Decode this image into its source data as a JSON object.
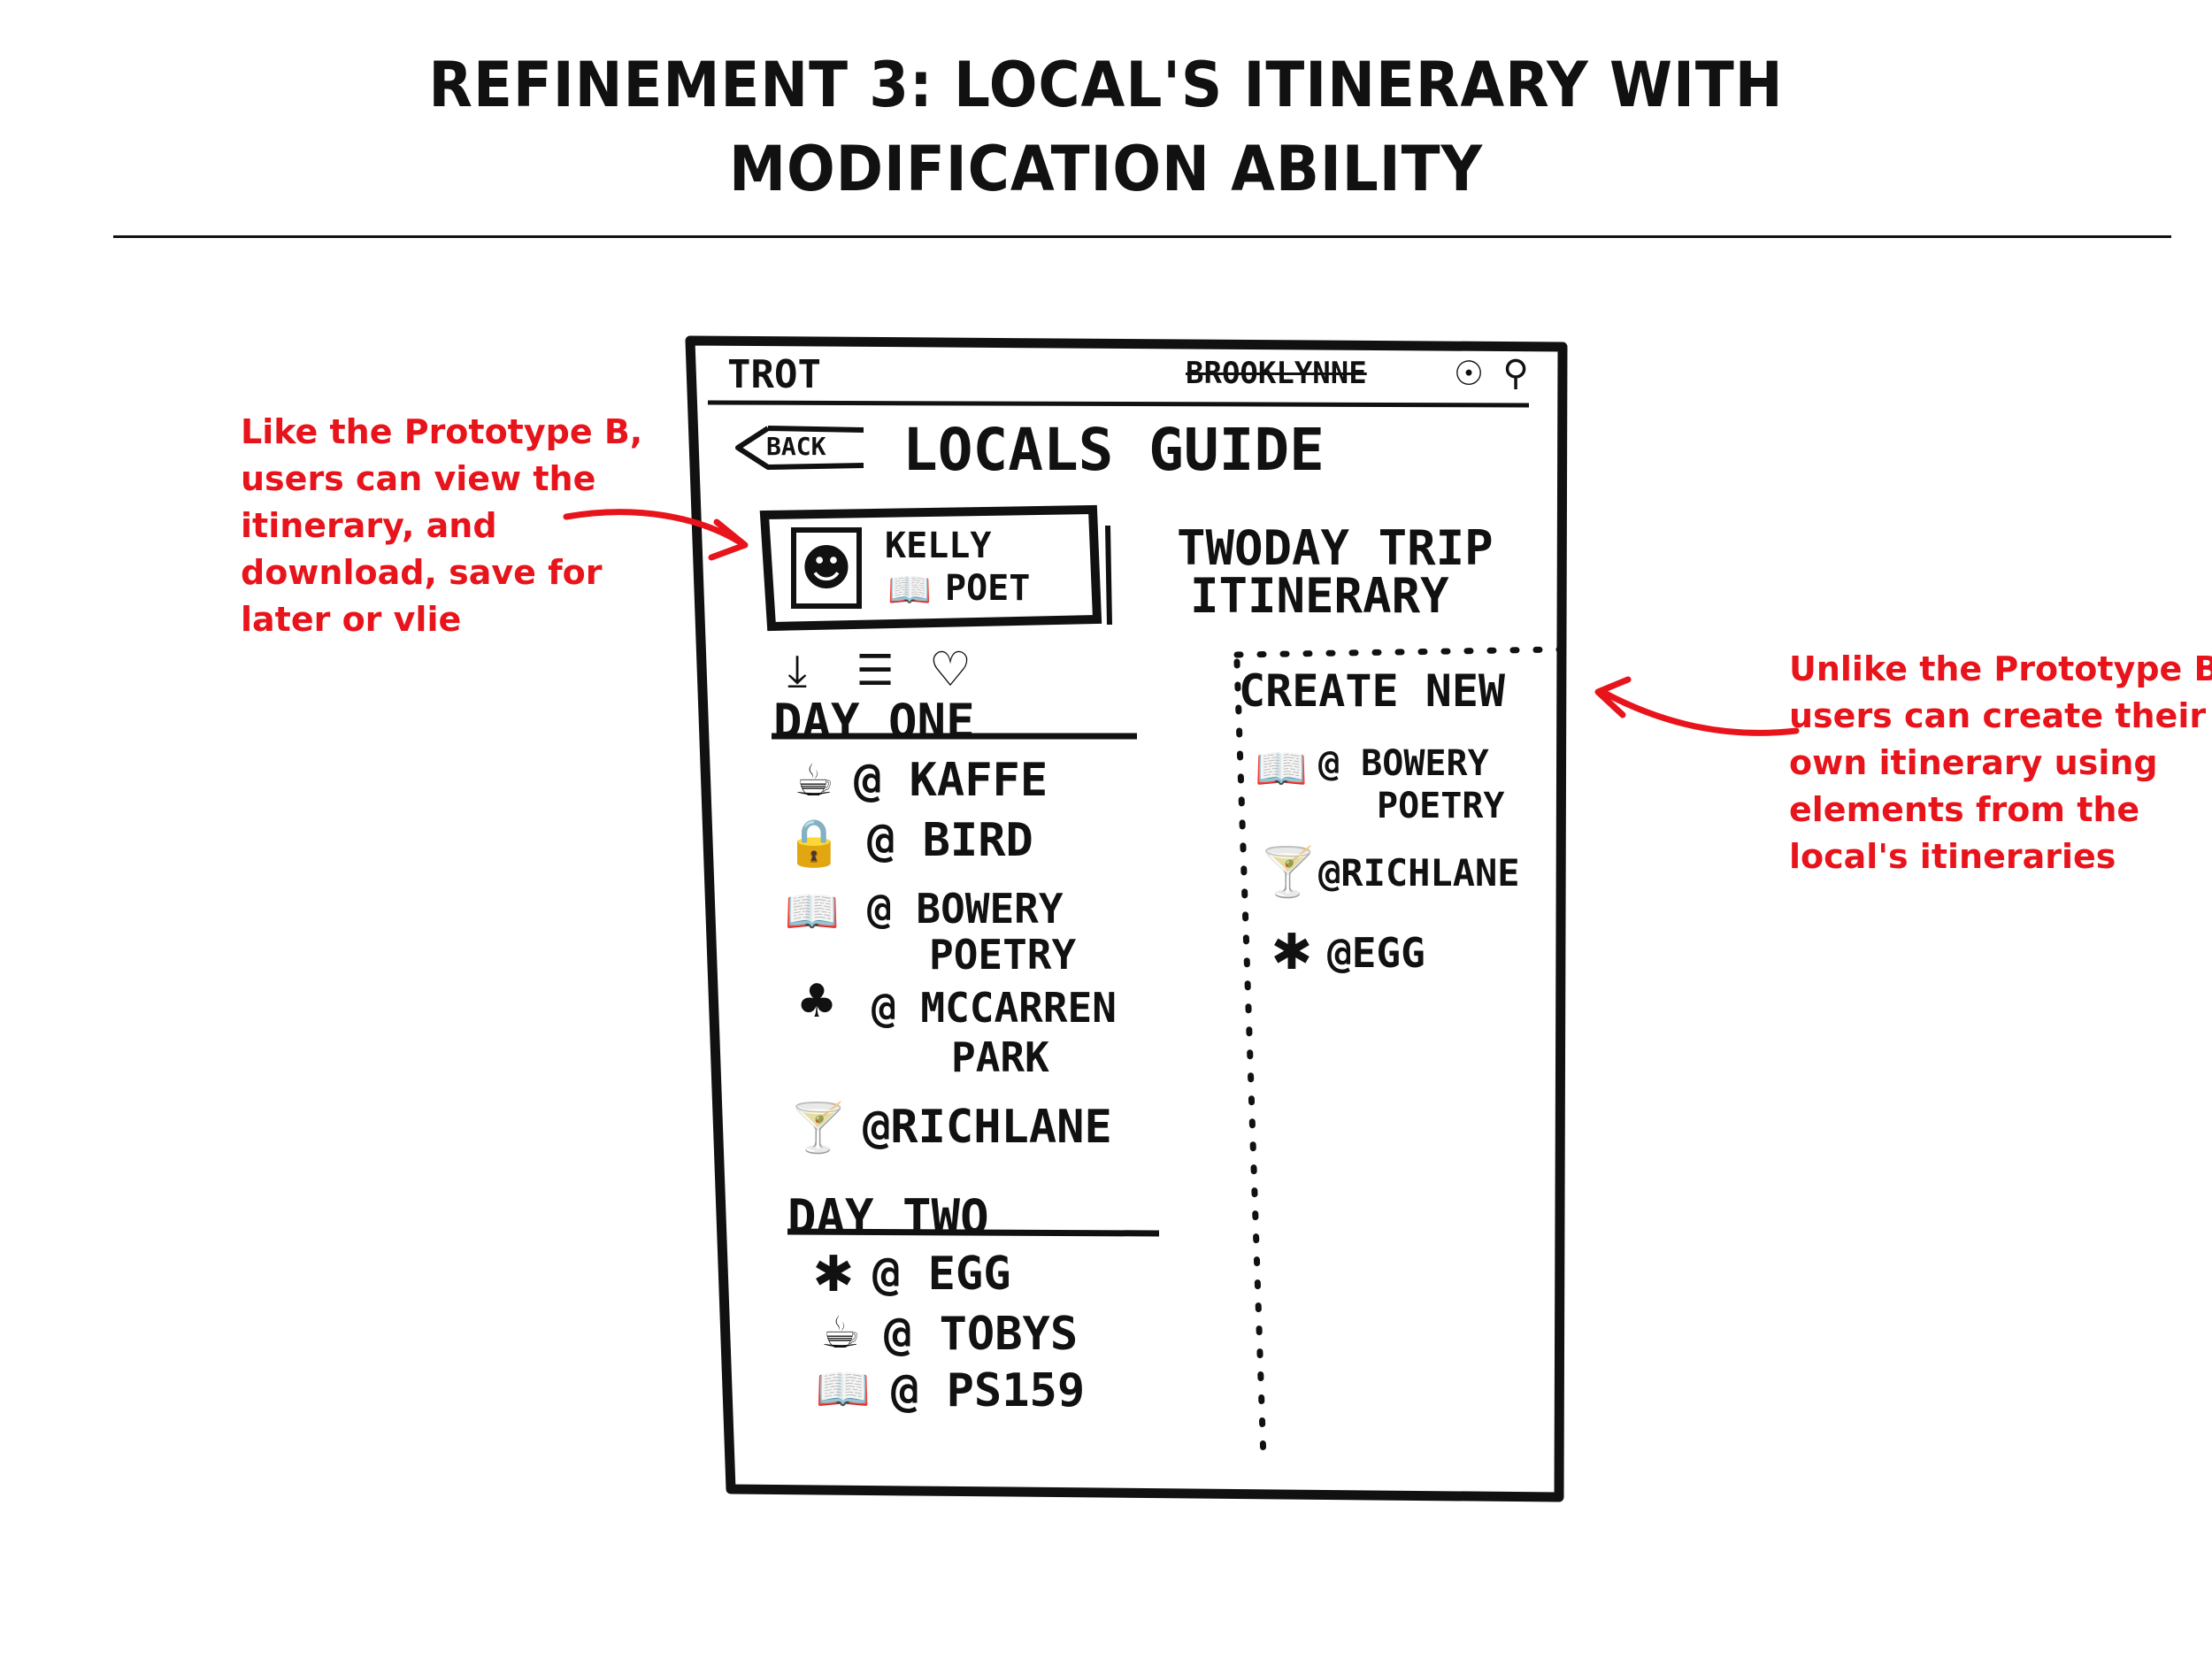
{
  "title": {
    "line1": "REFINEMENT 3: LOCAL'S ITINERARY WITH",
    "line2": "MODIFICATION ABILITY"
  },
  "annotation_left": {
    "lines": [
      "Like the Prototype B,",
      "users can view the",
      "itinerary, and",
      "download, save for",
      "later or vlie"
    ]
  },
  "annotation_right": {
    "lines": [
      "Unlike the Prototype B,",
      "users can create their",
      "own itinerary using",
      "elements from the",
      "local's itineraries"
    ]
  },
  "colors": {
    "accent": "#e8141b",
    "ink": "#111111"
  },
  "wireframe": {
    "app_name": "TROT",
    "location": "BROOKLYNNE",
    "back_label": "BACK",
    "page_title": "LOCALS GUIDE",
    "profile": {
      "name": "KELLY",
      "role": "POET"
    },
    "itinerary_title": {
      "line1": "TWODAY TRIP",
      "line2": "ITINERARY"
    },
    "actions": {
      "download_icon": "download-icon",
      "list_icon": "list-icon",
      "heart_icon": "heart-icon"
    },
    "day_one": {
      "heading": "DAY ONE",
      "items": [
        {
          "icon": "coffee-icon",
          "label": "@ KAFFE"
        },
        {
          "icon": "lock-icon",
          "label": "@ BIRD"
        },
        {
          "icon": "book-icon",
          "label": "@ BOWERY",
          "label2": "POETRY"
        },
        {
          "icon": "tree-icon",
          "label": "@ MCCARREN",
          "label2": "PARK"
        },
        {
          "icon": "cocktail-icon",
          "label": "@RICHLANE"
        }
      ]
    },
    "day_two": {
      "heading": "DAY TWO",
      "items": [
        {
          "icon": "food-icon",
          "label": "@ EGG"
        },
        {
          "icon": "coffee-icon",
          "label": "@ TOBYS"
        },
        {
          "icon": "book-icon",
          "label": "@ PS159"
        }
      ]
    },
    "create_new": {
      "heading": "CREATE NEW",
      "items": [
        {
          "icon": "book-icon",
          "label": "@ BOWERY",
          "label2": "POETRY"
        },
        {
          "icon": "cocktail-icon",
          "label": "@RICHLANE"
        },
        {
          "icon": "food-icon",
          "label": "@EGG"
        }
      ]
    }
  }
}
